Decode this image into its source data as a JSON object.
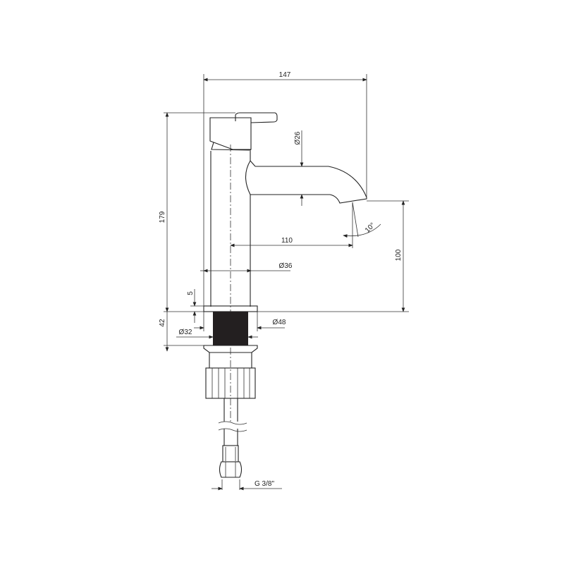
{
  "dimensions": {
    "overall_width": "147",
    "overall_height": "179",
    "spout_diameter": "Ø26",
    "spout_reach": "110",
    "spout_angle": "10°",
    "spout_height": "100",
    "body_diameter": "Ø36",
    "base_thickness": "5",
    "base_height": "42",
    "base_diameter": "Ø48",
    "shank_diameter": "Ø32",
    "connection_thread": "G 3/8\""
  },
  "colors": {
    "line": "#222222",
    "base_block": "#231f20"
  }
}
